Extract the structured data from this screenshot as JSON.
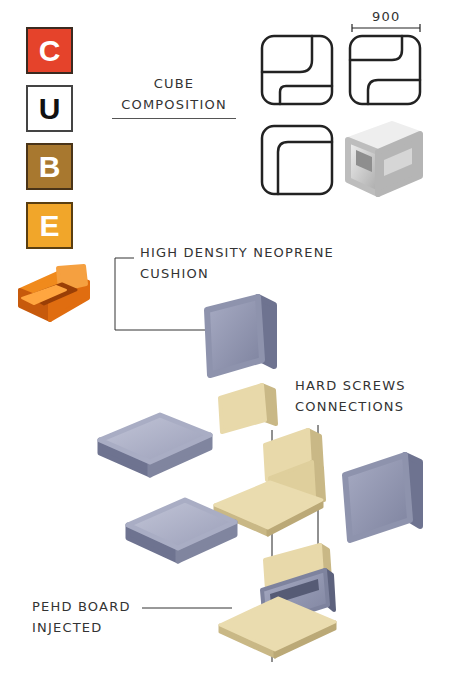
{
  "diagram": {
    "title": "CUBE COMPOSITION",
    "nodes": [
      {
        "text": [
          "C"
        ]
      },
      {
        "text": [
          "U"
        ]
      },
      {
        "text": [
          "B"
        ]
      },
      {
        "text": [
          "E"
        ]
      }
    ],
    "labels": [
      "900",
      "HIGH DENSITY NEOPRENE CUSHION",
      "HARD SCREWS CONNECTIONS",
      "PEHD BOARD INJECTED"
    ]
  }
}
